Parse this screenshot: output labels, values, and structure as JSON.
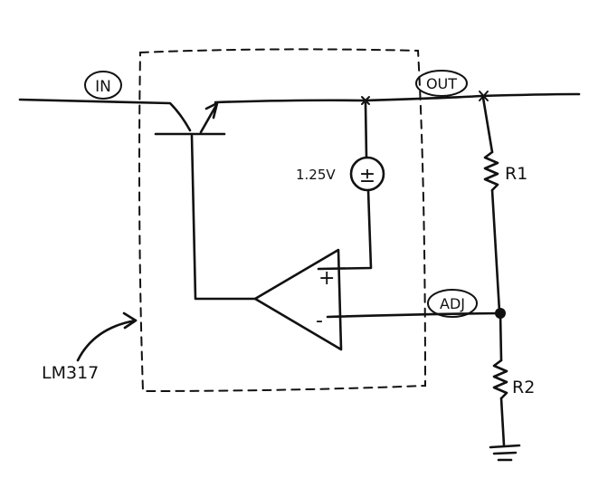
{
  "labels": {
    "in": "IN",
    "out": "OUT",
    "adj": "ADJ",
    "reference_voltage": "1.25V",
    "source_symbol": "±",
    "opamp_plus": "+",
    "opamp_minus": "-",
    "r1": "R1",
    "r2": "R2",
    "chip": "LM317"
  },
  "colors": {
    "ink": "#111111",
    "paper": "#ffffff"
  }
}
